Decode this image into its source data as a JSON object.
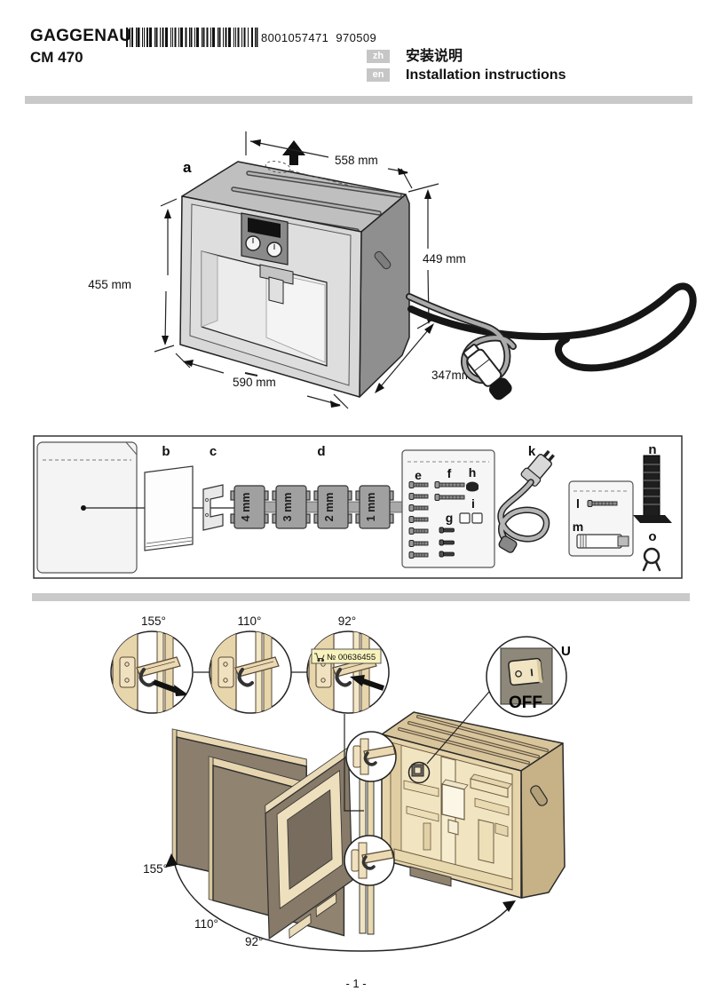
{
  "header": {
    "brand": "GAGGENAU",
    "barcode_number": "8001057471  970509",
    "model": "CM 470",
    "languages": [
      {
        "code": "zh",
        "title": "安装说明"
      },
      {
        "code": "en",
        "title": "Installation instructions"
      }
    ]
  },
  "machine_diagram": {
    "label": "a",
    "dim_width_top": "558 mm",
    "dim_height_right": "449 mm",
    "dim_height_left": "455 mm",
    "dim_width_bottom": "590 mm",
    "dim_depth": "347mm"
  },
  "parts_kit": {
    "labels": {
      "b": "b",
      "c": "c",
      "d": "d",
      "e": "e",
      "f": "f",
      "g": "g",
      "h": "h",
      "i": "i",
      "k": "k",
      "l": "l",
      "m": "m",
      "n": "n",
      "o": "o"
    },
    "spacer_sizes": [
      "4 mm",
      "3 mm",
      "2 mm",
      "1 mm"
    ]
  },
  "installation": {
    "hinge_angles": [
      "155°",
      "110°",
      "92°"
    ],
    "door_swing_angles": [
      "155°",
      "110°",
      "92°"
    ],
    "replacement_part_number": "№ 00636455",
    "replacement_part_icon": "shopping-cart-icon",
    "switch_label": "U",
    "switch_state": "OFF"
  },
  "footer": {
    "page_number": "- 1 -"
  },
  "colors": {
    "divider_gray": "#c9c9c9",
    "badge_gray": "#c6c6c6",
    "wood_light": "#ead9b3",
    "wood_dark": "#8b7e6d",
    "label_yellow": "#f8f2bc"
  }
}
